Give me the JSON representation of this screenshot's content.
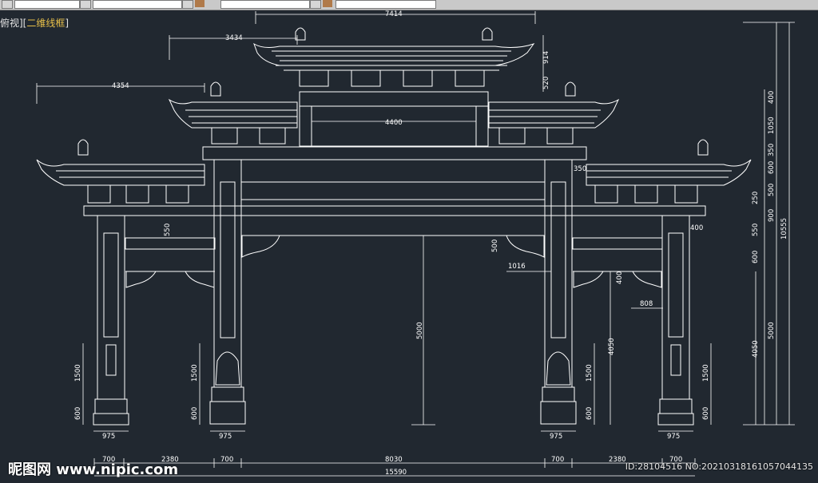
{
  "toolbar": {
    "items": [
      {
        "name": "layer-field"
      },
      {
        "name": "layer-dropdown-button"
      },
      {
        "name": "color-field"
      },
      {
        "name": "color-dropdown-button"
      },
      {
        "name": "linetype-field"
      },
      {
        "name": "linetype-dropdown-button"
      }
    ]
  },
  "viewport": {
    "prefix": "俯视][",
    "view_mode": "二维线框",
    "suffix": "]"
  },
  "dimensions": {
    "top_width": "7414",
    "mid_roof": "3434",
    "side_roof": "4354",
    "center_span": "4400",
    "beam_350": "350",
    "post_400": "400",
    "height_550": "550",
    "height_500": "500",
    "bracket_1016": "1016",
    "height_400": "400",
    "bracket_808": "808",
    "center_height": "5000",
    "side_height": "4050",
    "base_1500": "1500",
    "base_600": "600",
    "base_975": "975",
    "roof_914": "914",
    "roof_520": "520",
    "seg_700": "700",
    "seg_2380": "2380",
    "seg_8030": "8030",
    "total_width": "15590",
    "right_400": "400",
    "right_1050": "1050",
    "right_350": "350",
    "right_600": "600",
    "right_500": "500",
    "right_250": "250",
    "right_900": "900",
    "right_550": "550",
    "right_600b": "600",
    "right_5000": "5000",
    "right_4050": "4050",
    "total_height": "10555"
  },
  "watermark": {
    "site": "昵图网 www.nipic.com",
    "id_text": "ID:28104516 NO:20210318161057044135"
  },
  "colors": {
    "background": "#212830",
    "line": "#ffffff",
    "highlight": "#e8c04a"
  }
}
